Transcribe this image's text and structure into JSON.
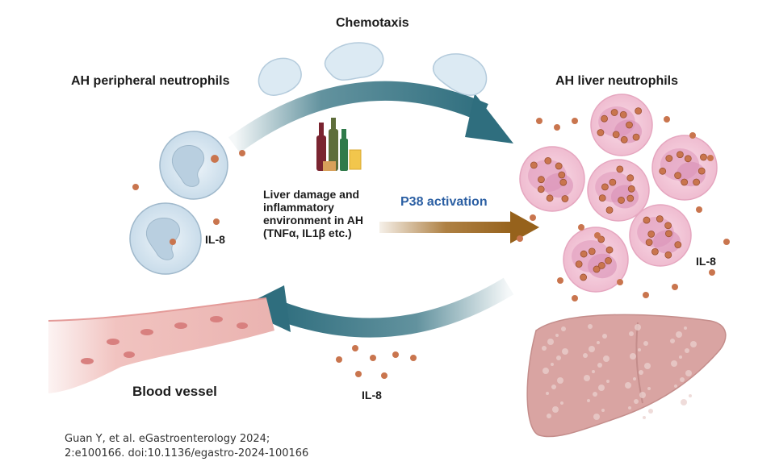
{
  "labels": {
    "chemotaxis": "Chemotaxis",
    "peripheral": "AH peripheral neutrophils",
    "liver_neutrophils": "AH liver neutrophils",
    "damage": [
      "Liver damage and",
      "inflammatory",
      "environment in AH",
      "(TNFα, IL1β etc.)"
    ],
    "p38": "P38 activation",
    "il8": "IL-8",
    "blood_vessel": "Blood vessel"
  },
  "citation": [
    "Guan Y, et al. eGastroenterology 2024;",
    "2:e100166. doi:10.1136/egastro-2024-100166"
  ],
  "colors": {
    "arrow_teal": "#3b7786",
    "arrow_brown": "#a06a22",
    "p38_text": "#2b5fa3",
    "neutrophil_blue": "#d6e6f1",
    "liver_cell_pink": "#f3c8d9",
    "il8_dot": "#c9754e",
    "liver_organ": "#d9a4a2",
    "vessel": "#f1c3c0"
  },
  "icons": [
    "neutrophil-icon",
    "activated-neutrophil-icon",
    "alcohol-bottles-icon",
    "liver-icon",
    "blood-vessel-icon",
    "il8-dot-icon"
  ]
}
